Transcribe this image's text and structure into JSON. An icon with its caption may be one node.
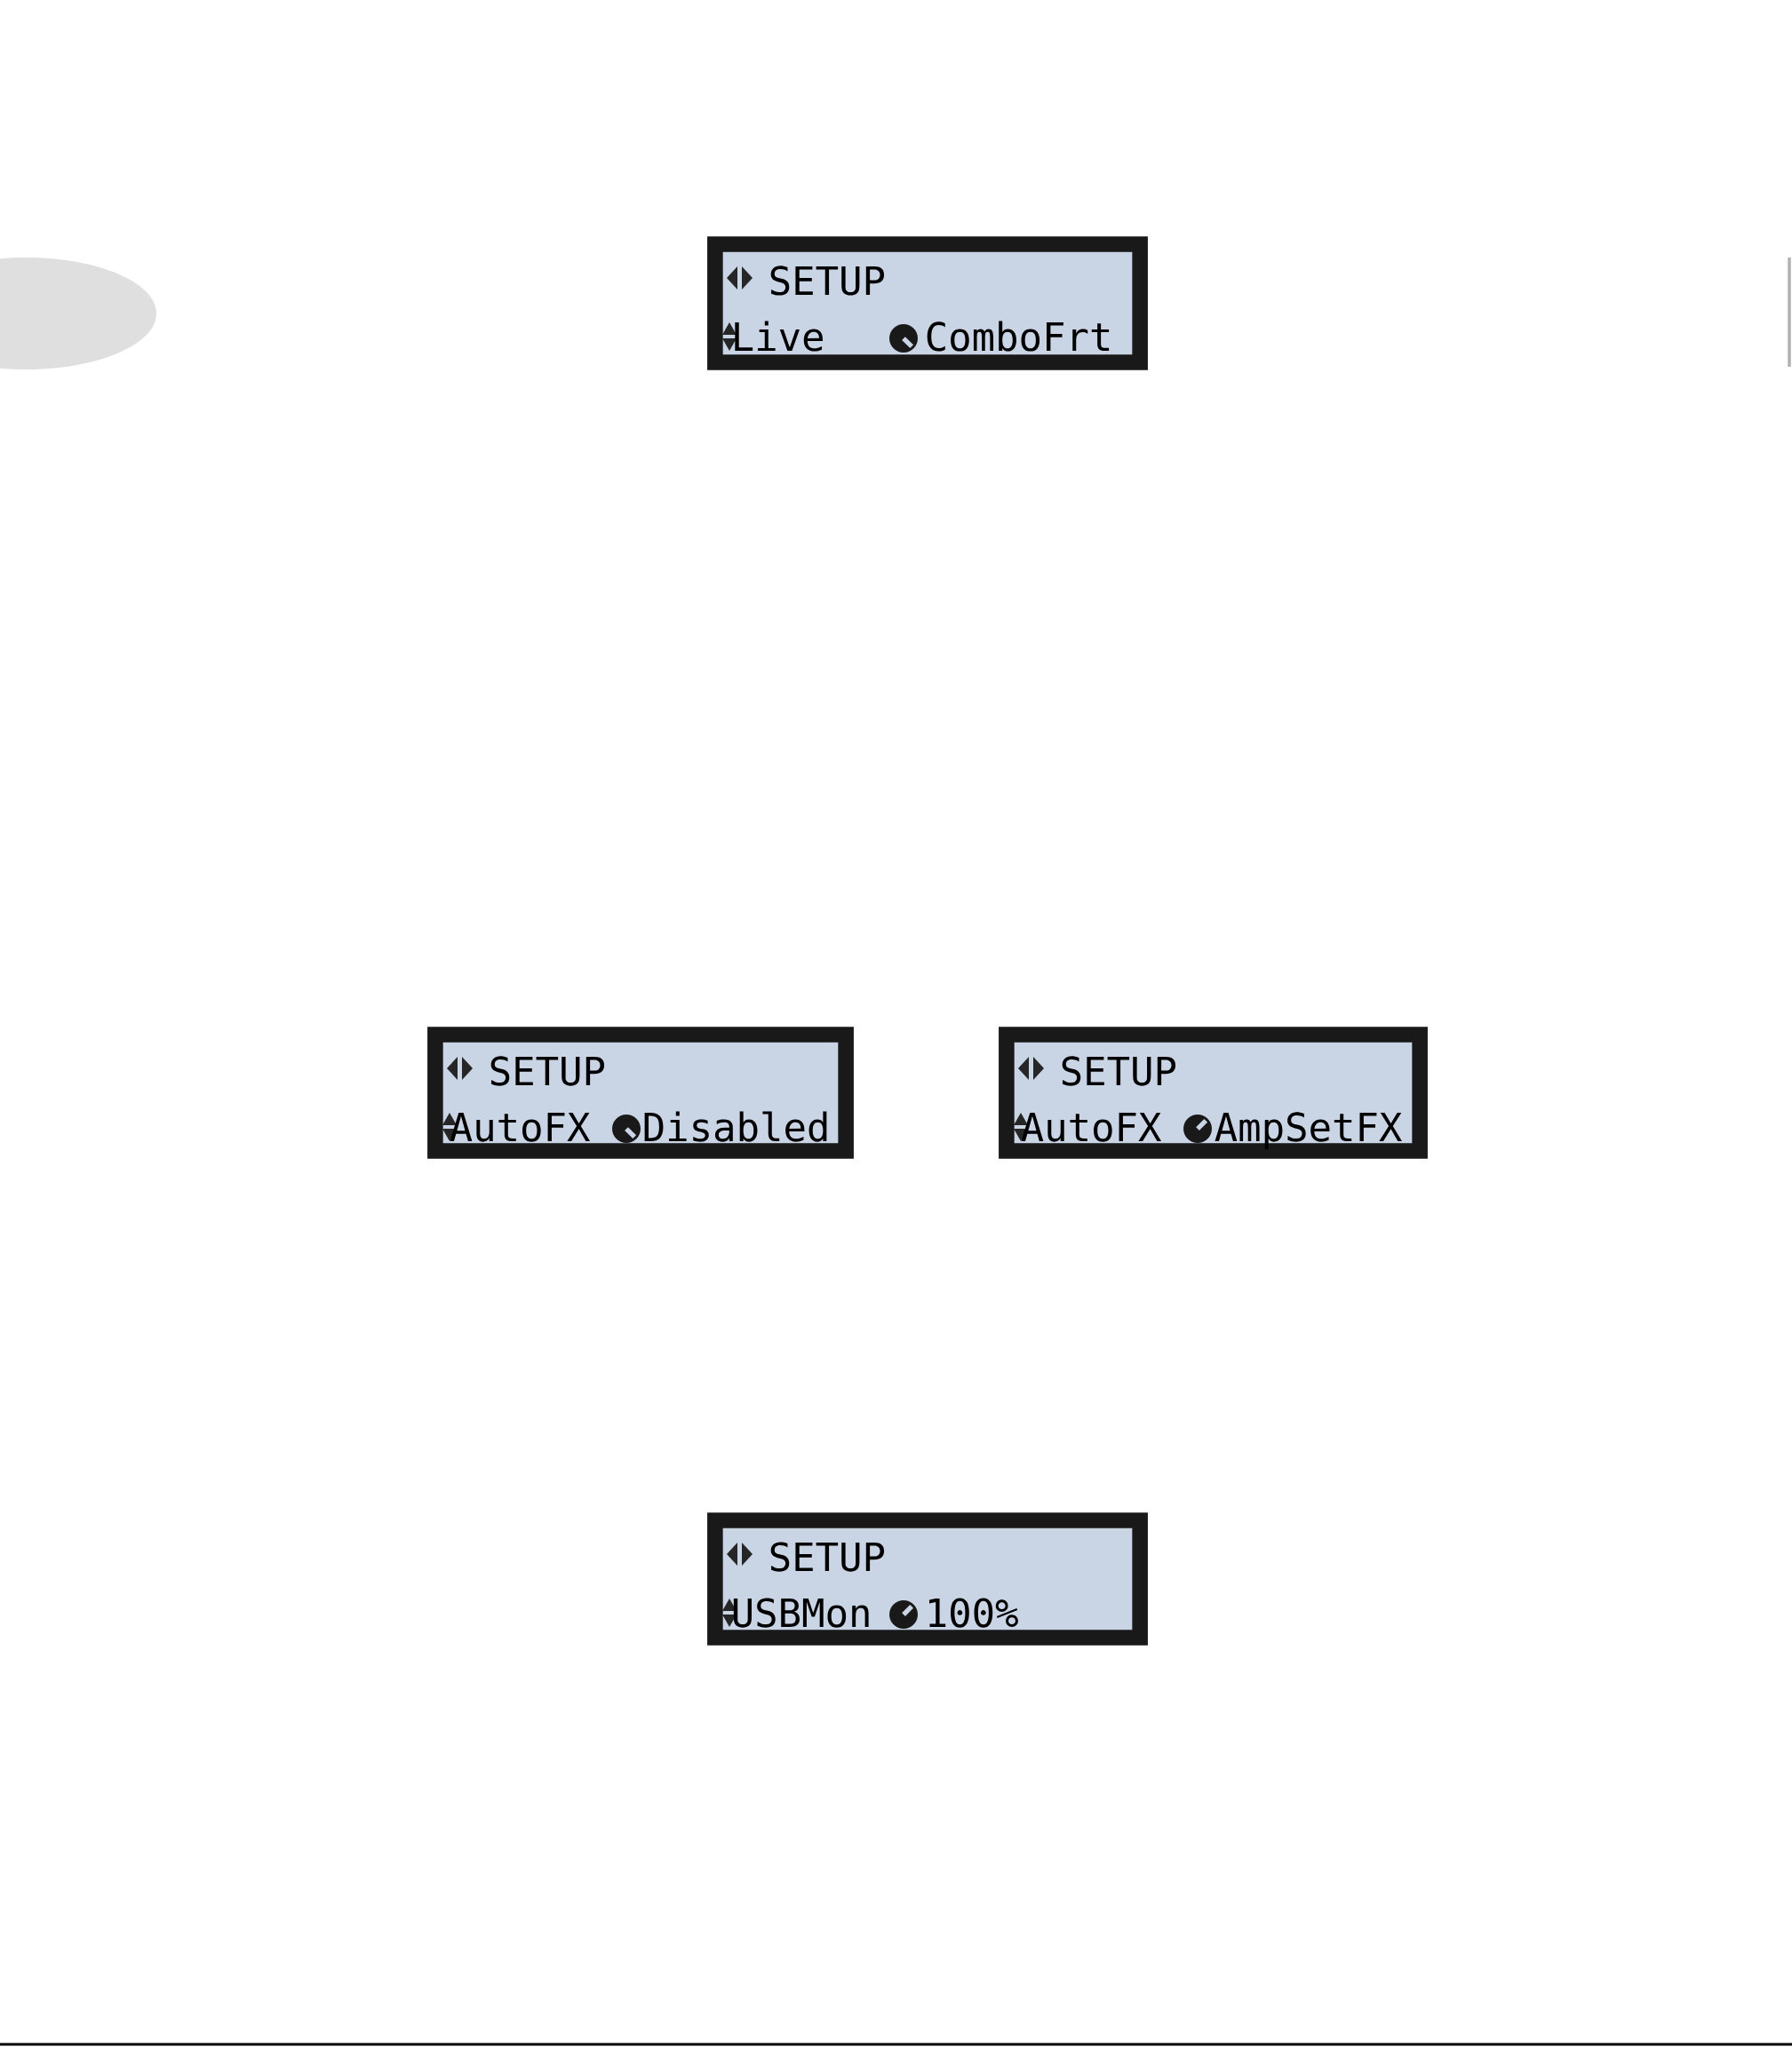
{
  "diagram": {
    "nodes": [
      {
        "text": [
          "SETUP",
          "Live",
          "ComboFrt"
        ]
      },
      {
        "text": [
          "SETUP",
          "AutoFX",
          "Disabled"
        ]
      },
      {
        "text": [
          "SETUP",
          "AutoFX",
          "AmpSetFX"
        ]
      },
      {
        "text": [
          "SETUP",
          "USBMon",
          "100%"
        ]
      }
    ]
  }
}
